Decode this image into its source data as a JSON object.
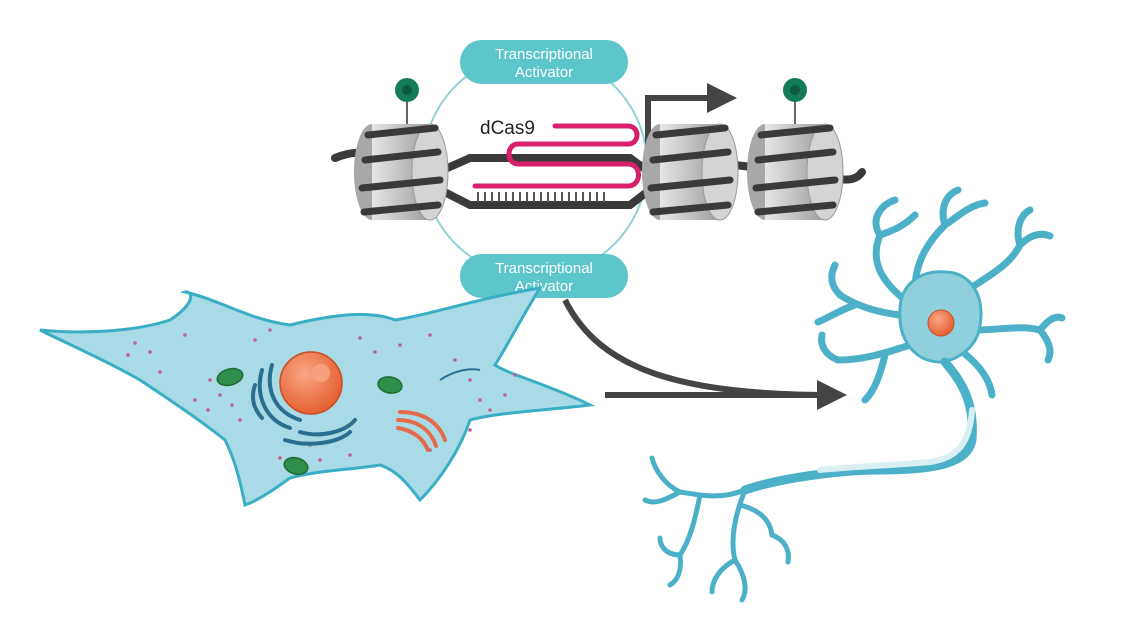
{
  "labels": {
    "activator_top_line1": "Transcriptional",
    "activator_top_line2": "Activator",
    "activator_bottom_line1": "Transcriptional",
    "activator_bottom_line2": "Activator",
    "dcas9": "dCas9"
  },
  "colors": {
    "activator_pill": "#5cc6cc",
    "cell_fill": "#a9dbe6",
    "cell_stroke": "#3aaec4",
    "nucleus": "#ec6a3c",
    "mitochondria": "#2f8f4a",
    "golgi": "#e36a4a",
    "er": "#2a6f8f",
    "guide_rna": "#d81f6c",
    "histone": "#bfbfbf",
    "dna": "#3a3a3a",
    "methyl_mark": "#137a5a",
    "arrow": "#444444",
    "neuron": "#4cb1c8"
  }
}
